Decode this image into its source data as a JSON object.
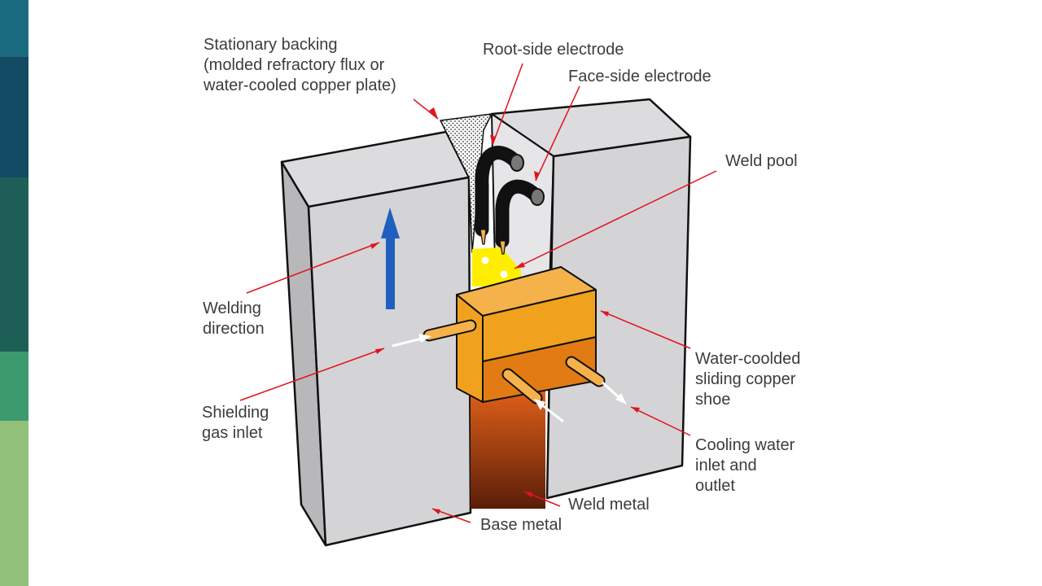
{
  "sidebar": {
    "colors": [
      "#1a6b80",
      "#124a63",
      "#1d5f56",
      "#3c9a6f",
      "#91c07a"
    ]
  },
  "diagram": {
    "colors": {
      "plate_light": "#d4d4d6",
      "plate_dark": "#b8b8bb",
      "plate_top": "#dcdcde",
      "shoe_top": "#f6b24a",
      "shoe_front": "#f0a21e",
      "shoe_lower": "#e37b14",
      "weld_pool": "#ffee00",
      "weld_metal_top": "#e8641a",
      "weld_metal_bottom": "#5a1d08",
      "arrow": "#1f5fbf",
      "leader": "#e0141e"
    },
    "labels": {
      "stationary_backing": "Stationary backing\n(molded refractory flux or\nwater-cooled copper plate)",
      "root_side_electrode": "Root-side electrode",
      "face_side_electrode": "Face-side electrode",
      "weld_pool": "Weld pool",
      "welding_direction": "Welding\ndirection",
      "shielding_gas_inlet": "Shielding\ngas inlet",
      "sliding_copper_shoe": "Water-coolded\nsliding copper\nshoe",
      "cooling_water": "Cooling water\ninlet and\noutlet",
      "weld_metal": "Weld metal",
      "base_metal": "Base metal"
    }
  }
}
